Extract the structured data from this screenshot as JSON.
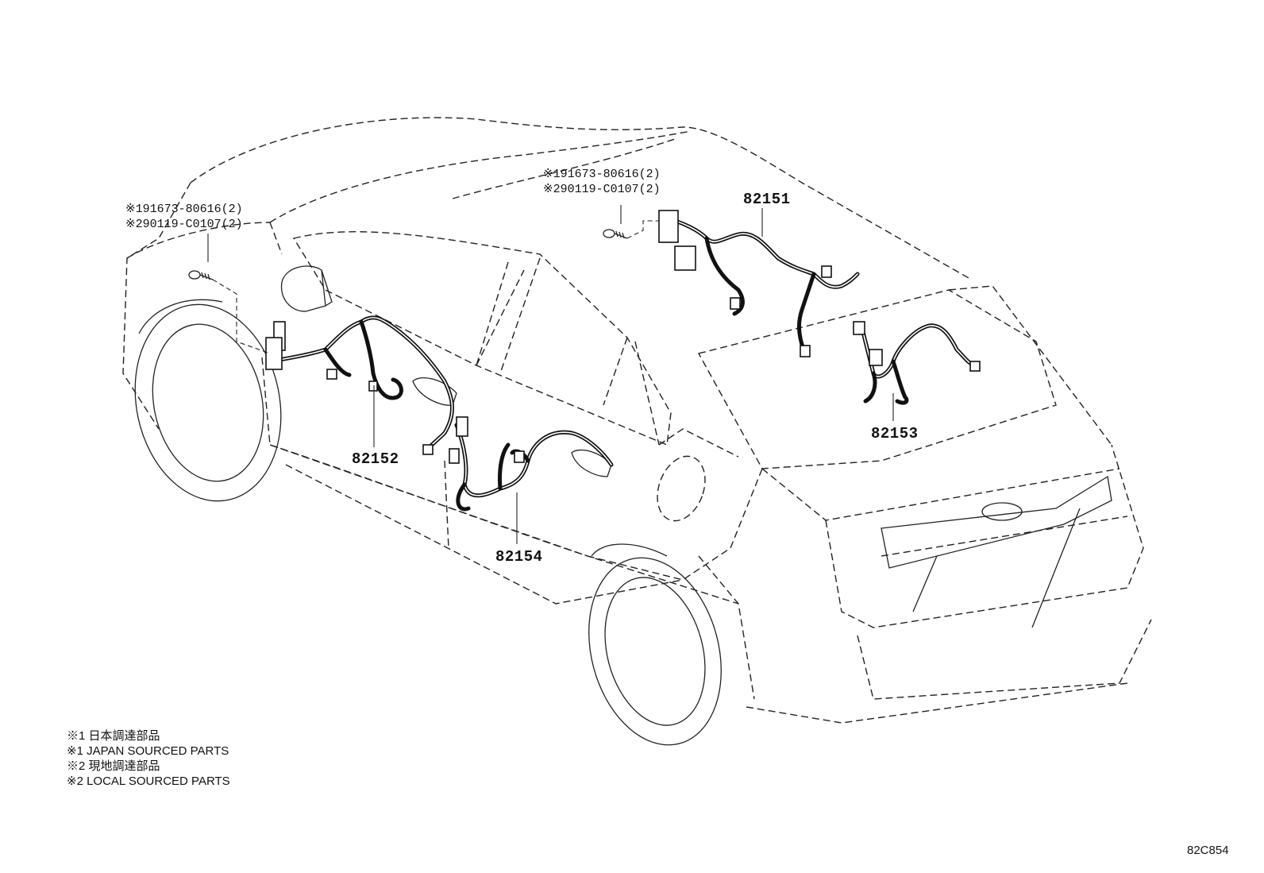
{
  "parts": {
    "p82151": "82151",
    "p82152": "82152",
    "p82153": "82153",
    "p82154": "82154"
  },
  "notes": {
    "left_line1": "※191673-80616(2)",
    "left_line2": "※290119-C0107(2)",
    "right_line1": "※191673-80616(2)",
    "right_line2": "※290119-C0107(2)"
  },
  "legend": {
    "line1": "※1 日本調達部品",
    "line2": "※1 JAPAN SOURCED PARTS",
    "line3": "※2 現地調達部品",
    "line4": "※2 LOCAL SOURCED PARTS"
  },
  "diagram_code": "82C854"
}
